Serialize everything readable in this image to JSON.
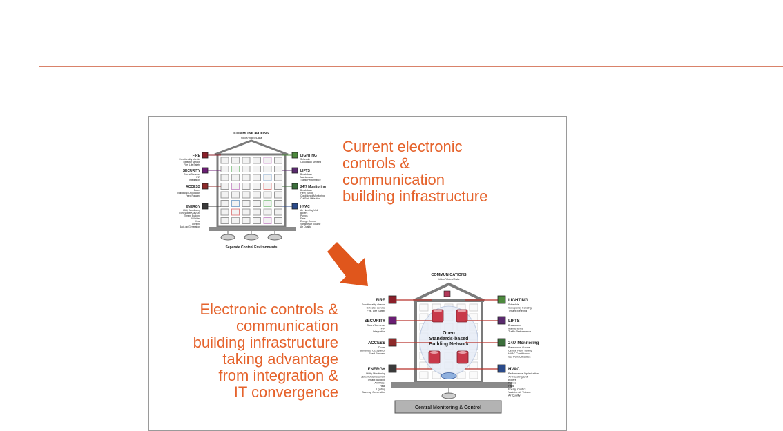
{
  "colors": {
    "accent_rule": "#d9826a",
    "caption_orange": "#e5632c",
    "arrow_orange": "#e0561c",
    "building_gray": "#7b7b7b",
    "window_fill": "#f2f2f2",
    "network_text": "#2a52b5"
  },
  "captions": {
    "current": [
      "Current electronic",
      "controls &",
      "communication",
      "building infrastructure"
    ],
    "future": [
      "Electronic controls &",
      "communication",
      "building infrastructure",
      "taking advantage",
      "from integration &",
      "IT convergence"
    ]
  },
  "top_building": {
    "title": "COMMUNICATIONS",
    "subtitle": "Voice/Video/Data",
    "footer": "Separate Control Environments",
    "left_labels": [
      {
        "name": "FIRE",
        "details": [
          "Functionality checks",
          "Detector service",
          "Fire, Life Safety"
        ],
        "color": "#8b1f2a",
        "icon": "fire-icon"
      },
      {
        "name": "SECURITY",
        "details": [
          "Doors/Cameras",
          "PIR",
          "Integration"
        ],
        "color": "#6b1e74",
        "icon": "security-icon"
      },
      {
        "name": "ACCESS",
        "details": [
          "Doors",
          "Buildings/ Occupancy",
          "Feed Forward"
        ],
        "color": "#8e2a2a",
        "icon": "access-icon"
      },
      {
        "name": "ENERGY",
        "details": [
          "Utility Monitoring",
          "(Elec/Water/Gas/Oil)",
          "Tenant Building",
          "Air/Water",
          "Heat",
          "Lighting",
          "Back-up Generation"
        ],
        "color": "#3a3a3a",
        "icon": "energy-icon"
      }
    ],
    "right_labels": [
      {
        "name": "LIGHTING",
        "details": [
          "Schedule",
          "Occupancy Sensing"
        ],
        "color": "#4d8a3d",
        "icon": "lighting-icon"
      },
      {
        "name": "LIFTS",
        "details": [
          "Breakdown",
          "Maintenance",
          "Traffic Performance"
        ],
        "color": "#5a2a6e",
        "icon": "lifts-icon"
      },
      {
        "name": "24/7 Monitoring",
        "details": [
          "Breakdown",
          "Fleet Tuning",
          "Conditioned Monitoring",
          "Cut Park Utilisation"
        ],
        "color": "#3b6e3a",
        "icon": "monitoring-icon"
      },
      {
        "name": "HVAC",
        "details": [
          "Air Handling Unit",
          "Boilers",
          "Pumps",
          "Fans",
          "Energy Control",
          "Variable Air Volume",
          "Air Quality"
        ],
        "color": "#2a4a8a",
        "icon": "hvac-icon"
      }
    ]
  },
  "bottom_building": {
    "title": "COMMUNICATIONS",
    "subtitle": "Voice/Video/Data",
    "network_label": [
      "Open",
      "Standards-based",
      "Building Network"
    ],
    "footer": "Central Monitoring & Control",
    "left_labels": [
      {
        "name": "FIRE",
        "details": [
          "Functionality checks",
          "Detector service",
          "Fire, Life Safety"
        ],
        "color": "#8b1f2a",
        "icon": "fire-icon"
      },
      {
        "name": "SECURITY",
        "details": [
          "Doors/Cameras",
          "PIR",
          "Integration"
        ],
        "color": "#6b1e74",
        "icon": "security-icon"
      },
      {
        "name": "ACCESS",
        "details": [
          "Doors",
          "Buildings/ Occupancy",
          "Feed Forward"
        ],
        "color": "#8e2a2a",
        "icon": "access-icon"
      },
      {
        "name": "ENERGY",
        "details": [
          "Utility Monitoring",
          "(Elec/Water/Gas/Oil)",
          "Tenant Building",
          "Air/Water",
          "Heat",
          "Lighting",
          "Back-up Generation"
        ],
        "color": "#3a3a3a",
        "icon": "energy-icon"
      }
    ],
    "right_labels": [
      {
        "name": "LIGHTING",
        "details": [
          "Schedule",
          "Occupancy Sensing",
          "Tenant Metering"
        ],
        "color": "#4d8a3d",
        "icon": "lighting-icon"
      },
      {
        "name": "LIFTS",
        "details": [
          "Breakdown",
          "Maintenance",
          "Traffic Performance"
        ],
        "color": "#5a2a6e",
        "icon": "lifts-icon"
      },
      {
        "name": "24/7 Monitoring",
        "details": [
          "Breakdown Alarms",
          "Central Plant Tuning",
          "HVAC Conditioned",
          "Car Park Utilisation"
        ],
        "color": "#3b6e3a",
        "icon": "monitoring-icon"
      },
      {
        "name": "HVAC",
        "details": [
          "Performance Optimisation",
          "Air Handling Unit",
          "Boilers",
          "Pumps",
          "Fans",
          "Energy Control",
          "Variable Air Volume",
          "Air Quality"
        ],
        "color": "#2a4a8a",
        "icon": "hvac-icon"
      }
    ]
  }
}
